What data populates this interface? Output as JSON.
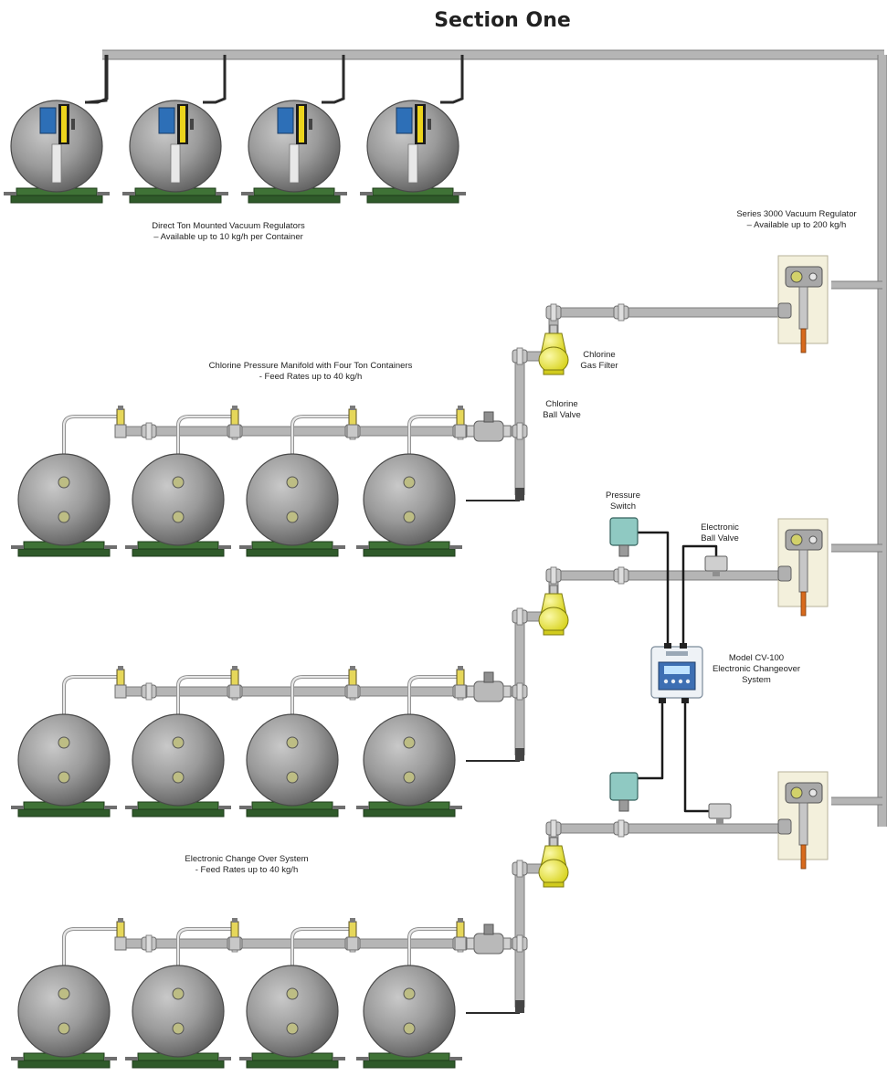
{
  "title": "Section One",
  "labels": {
    "direct_ton": [
      "Direct Ton Mounted Vacuum Regulators",
      "– Available up to 10 kg/h per Container"
    ],
    "series_3000": [
      "Series 3000 Vacuum Regulator",
      "– Available up to 200 kg/h"
    ],
    "pressure_manifold": [
      "Chlorine Pressure Manifold with Four Ton Containers",
      "- Feed Rates up to 40 kg/h"
    ],
    "gas_filter": [
      "Chlorine",
      "Gas Filter"
    ],
    "ball_valve": [
      "Chlorine",
      "Ball Valve"
    ],
    "pressure_switch": [
      "Pressure",
      "Switch"
    ],
    "electronic_ball_valve": [
      "Electronic",
      "Ball Valve"
    ],
    "cv100": [
      "Model CV-100",
      "Electronic Changeover",
      "System"
    ],
    "change_over": [
      "Electronic Change Over System",
      "- Feed Rates up to 40 kg/h"
    ]
  },
  "colors": {
    "tank": "#8e8e8e",
    "skid": "#2f5a2a",
    "pipe": "#b5b5b5",
    "filter": "#f2ef3a",
    "signal": "#1a1a1a"
  }
}
